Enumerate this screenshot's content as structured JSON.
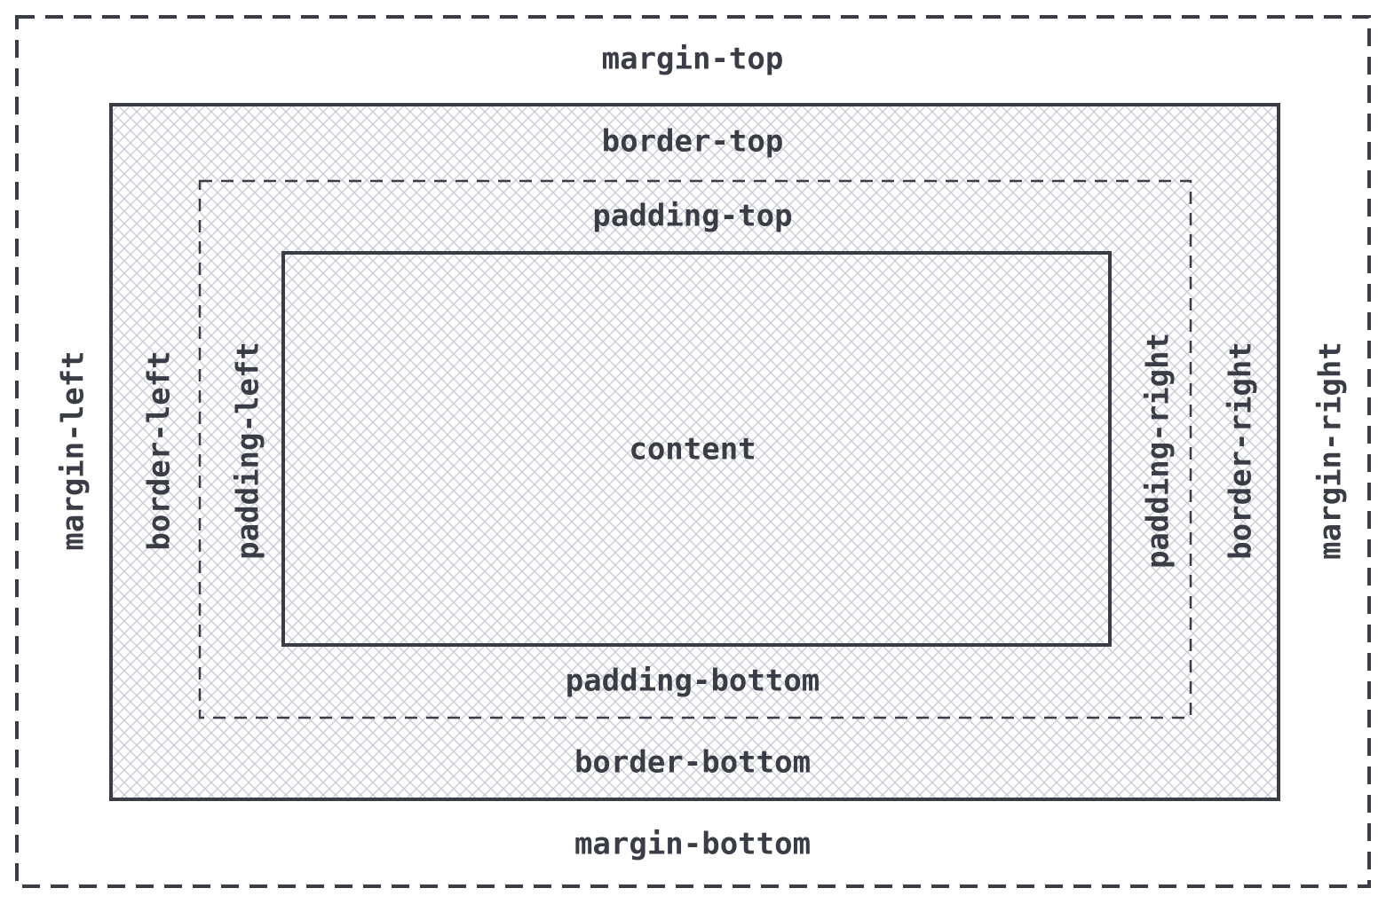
{
  "colors": {
    "stroke": "#3a3d45",
    "hatch": "#c9ccd2",
    "background": "#ffffff"
  },
  "labels": {
    "margin_top": "margin-top",
    "margin_bottom": "margin-bottom",
    "margin_left": "margin-left",
    "margin_right": "margin-right",
    "border_top": "border-top",
    "border_bottom": "border-bottom",
    "border_left": "border-left",
    "border_right": "border-right",
    "padding_top": "padding-top",
    "padding_bottom": "padding-bottom",
    "padding_left": "padding-left",
    "padding_right": "padding-right",
    "content": "content"
  }
}
